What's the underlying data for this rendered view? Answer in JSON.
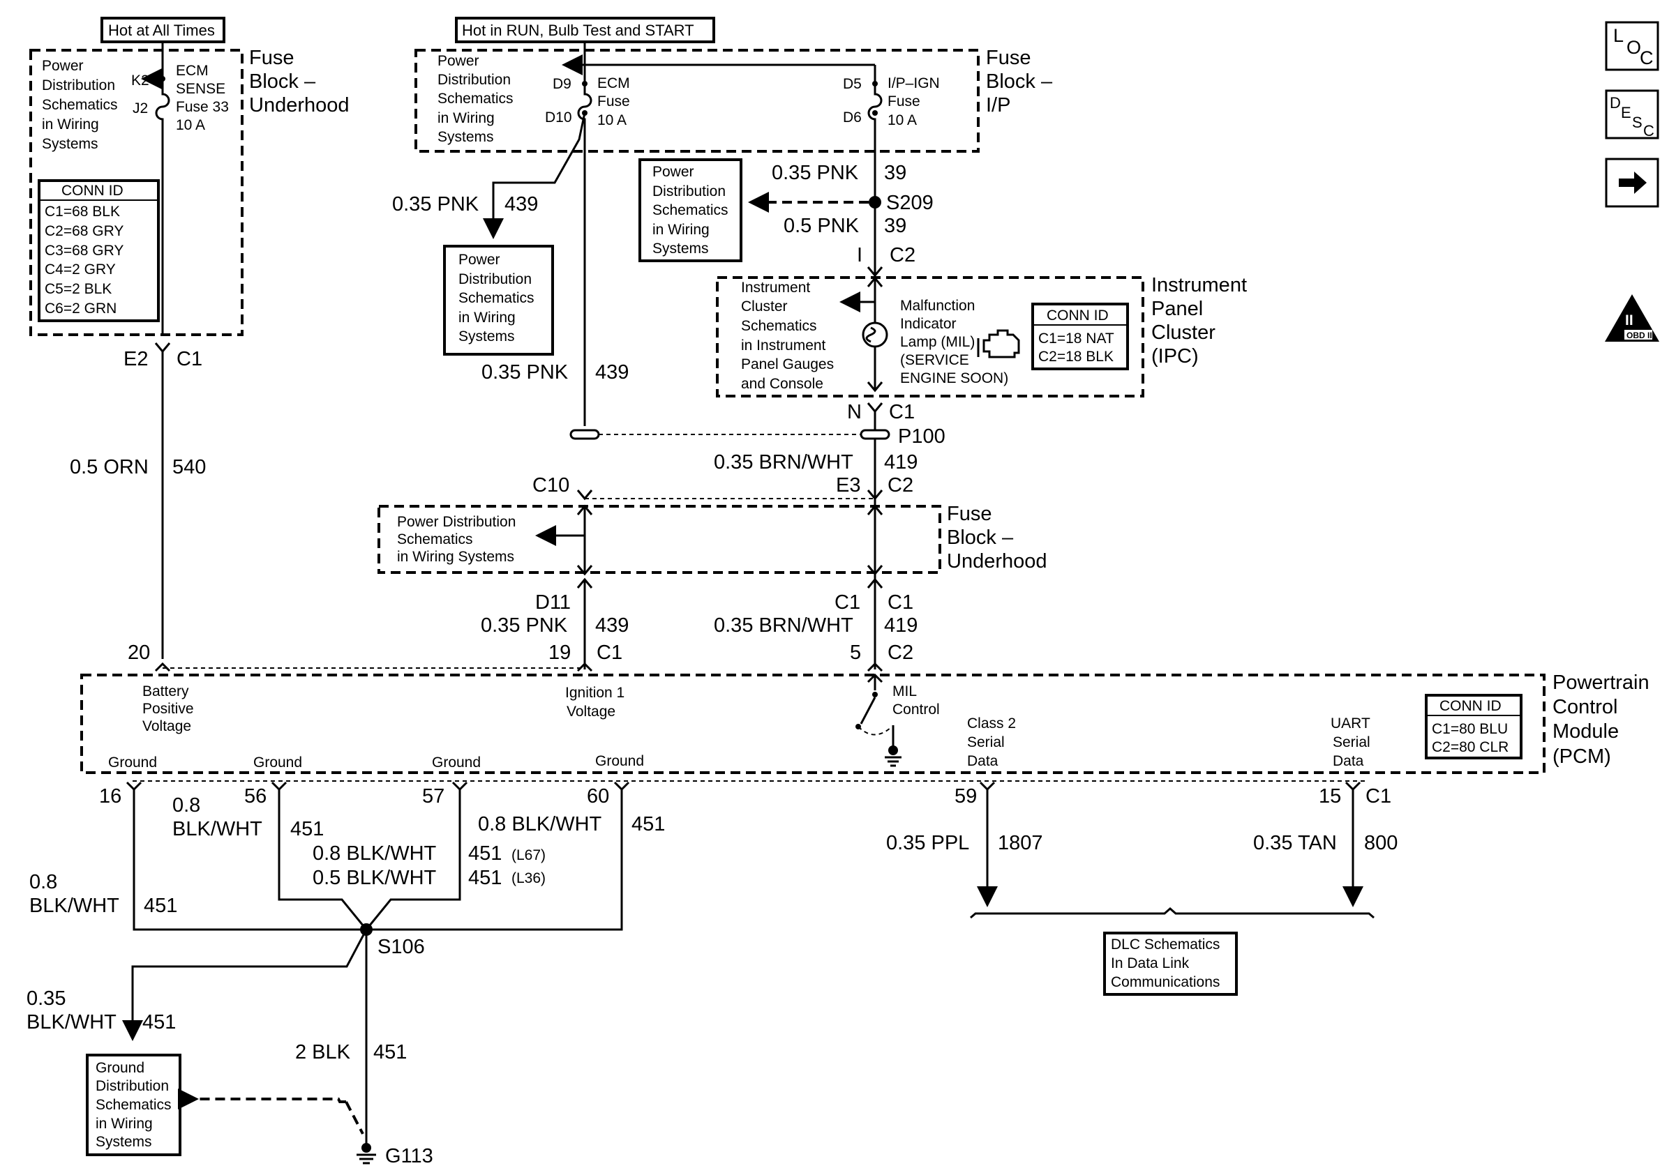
{
  "hdr_hot_all": "Hot at All Times",
  "hdr_hot_run": "Hot in RUN, Bulb Test and START",
  "fb_uh_title": [
    "Fuse",
    "Block –",
    "Underhood"
  ],
  "fb_ip_title": [
    "Fuse",
    "Block –",
    "I/P"
  ],
  "fb_uh2_title": [
    "Fuse",
    "Block –",
    "Underhood"
  ],
  "ipc_title": [
    "Instrument",
    "Panel",
    "Cluster",
    "(IPC)"
  ],
  "pcm_title": [
    "Powertrain",
    "Control",
    "Module",
    "(PCM)"
  ],
  "pds_lines": [
    "Power",
    "Distribution",
    "Schematics",
    "in Wiring",
    "Systems"
  ],
  "pds_uh2_lines": [
    "Power Distribution",
    "Schematics",
    "in Wiring Systems"
  ],
  "ecm_sense": [
    "ECM",
    "SENSE",
    "Fuse 33",
    "10 A"
  ],
  "k2": "K2",
  "j2": "J2",
  "ecm_fuse": [
    "ECM",
    "Fuse",
    "10 A"
  ],
  "d9": "D9",
  "d10": "D10",
  "ip_ign": [
    "I/P–IGN",
    "Fuse",
    "10 A"
  ],
  "d5": "D5",
  "d6": "D6",
  "conn_id": "CONN ID",
  "conn_fb": [
    "C1=68 BLK",
    "C2=68 GRY",
    "C3=68 GRY",
    "C4=2 GRY",
    "C5=2 BLK",
    "C6=2 GRN"
  ],
  "conn_ipc": [
    "C1=18 NAT",
    "C2=18 BLK"
  ],
  "conn_pcm": [
    "C1=80 BLU",
    "C2=80 CLR"
  ],
  "ic_lines": [
    "Instrument",
    "Cluster",
    "Schematics",
    "in Instrument",
    "Panel Gauges",
    "and Console"
  ],
  "mil_lines": [
    "Malfunction",
    "Indicator",
    "Lamp (MIL)",
    "(SERVICE",
    "ENGINE SOON)"
  ],
  "w_539": "0.35 PNK",
  "c_539": "439",
  "w_39a": "0.35 PNK",
  "c_39a": "39",
  "s209": "S209",
  "w_39b": "0.5 PNK",
  "c_39b": "39",
  "ic2_l": "I",
  "ic2_r": "C2",
  "w_439b": "0.35 PNK",
  "c_439b": "439",
  "e2": "E2",
  "c1_e2": "C1",
  "n": "N",
  "c1_n": "C1",
  "p100": "P100",
  "w_540": "0.5 ORN",
  "c_540": "540",
  "w_419a": "0.35 BRN/WHT",
  "c_419a": "419",
  "c10": "C10",
  "e3": "E3",
  "c2_e3": "C2",
  "d11": "D11",
  "c1_d11r": "C1",
  "c1_d11rr": "C1",
  "w_439c": "0.35 PNK",
  "c_439c": "439",
  "w_419b": "0.35 BRN/WHT",
  "c_419b": "419",
  "p20": "20",
  "p19": "19",
  "c1_19": "C1",
  "p5": "5",
  "c2_5": "C2",
  "bat": [
    "Battery",
    "Positive",
    "Voltage"
  ],
  "ign": [
    "Ignition 1",
    "Voltage"
  ],
  "mil_ctl": [
    "MIL",
    "Control"
  ],
  "cls2": [
    "Class 2",
    "Serial",
    "Data"
  ],
  "uart": [
    "UART",
    "Serial",
    "Data"
  ],
  "gnd": "Ground",
  "p16": "16",
  "p56": "56",
  "p57": "57",
  "p60": "60",
  "p59": "59",
  "p15": "15",
  "c1_15": "C1",
  "w08a": [
    "0.8",
    "BLK/WHT"
  ],
  "c451a": "451",
  "w08b": [
    "0.8",
    "BLK/WHT"
  ],
  "c451b": "451",
  "w08c": "0.8 BLK/WHT",
  "c451c": "451",
  "w08d": "0.8 BLK/WHT",
  "c451d": "451",
  "l67": "(L67)",
  "w05": "0.5 BLK/WHT",
  "c451e": "451",
  "l36": "(L36)",
  "w_1807": "0.35 PPL",
  "c_1807": "1807",
  "w_800": "0.35 TAN",
  "c_800": "800",
  "s106": "S106",
  "w035": [
    "0.35",
    "BLK/WHT"
  ],
  "c451f": "451",
  "w2blk": "2 BLK",
  "c451g": "451",
  "g113": "G113",
  "gds": [
    "Ground",
    "Distribution",
    "Schematics",
    "in Wiring",
    "Systems"
  ],
  "dlc": [
    "DLC Schematics",
    "In Data Link",
    "Communications"
  ],
  "loc": [
    "L",
    "O",
    "C"
  ],
  "desc": [
    "D",
    "E",
    "S",
    "C"
  ],
  "obd": [
    "II",
    "OBD II"
  ],
  "colors": {
    "ink": "#000000",
    "paper": "#ffffff"
  }
}
